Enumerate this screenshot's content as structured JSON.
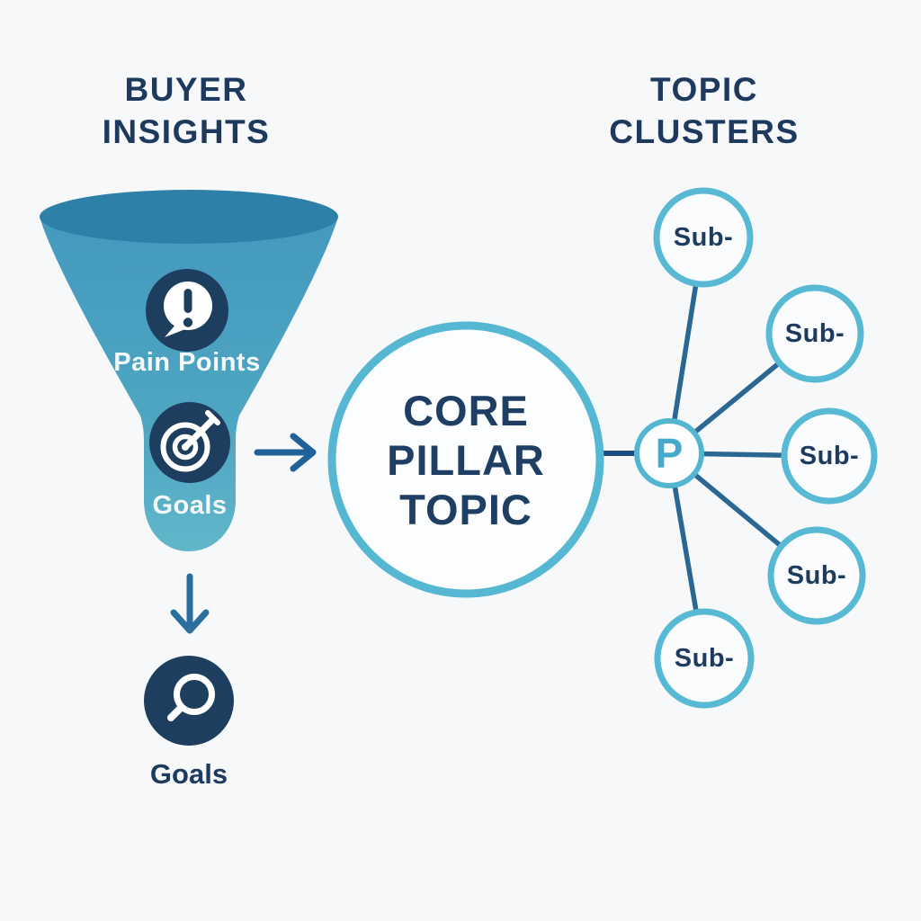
{
  "page": {
    "background_color": "#f7f8f9",
    "type": "marketing-infographic-diagram"
  },
  "colors": {
    "navy_text": "#1c3b5e",
    "teal_circle_border": "#53b4d0",
    "connector_line_blue": "#2a6793",
    "arrow_blue": "#20619a",
    "funnel_top_ellipse": "#2e80a8",
    "funnel_body_top": "#4499bd",
    "funnel_body_bottom": "#61b6c9",
    "icon_disc_navy": "#1d3e5e",
    "p_letter_teal": "#45aac9"
  },
  "left_section": {
    "title_line1": "BUYER",
    "title_line2": "INSIGHTS",
    "funnel": {
      "stage1_label": "Pain Points",
      "stage1_icon": "exclamation-speech-bubble",
      "stage2_label": "Goals",
      "stage2_icon": "target-arrow"
    },
    "outcome": {
      "label": "Goals",
      "icon": "magnifier-search"
    }
  },
  "center_section": {
    "core_line1": "CORE",
    "core_line2": "PILLAR",
    "core_line3": "TOPIC"
  },
  "right_section": {
    "title_line1": "TOPIC",
    "title_line2": "CLUSTERS",
    "pillar_label": "P",
    "sub_topics": [
      {
        "label": "Sub-"
      },
      {
        "label": "Sub-"
      },
      {
        "label": "Sub-"
      },
      {
        "label": "Sub-"
      },
      {
        "label": "Sub-"
      }
    ]
  }
}
